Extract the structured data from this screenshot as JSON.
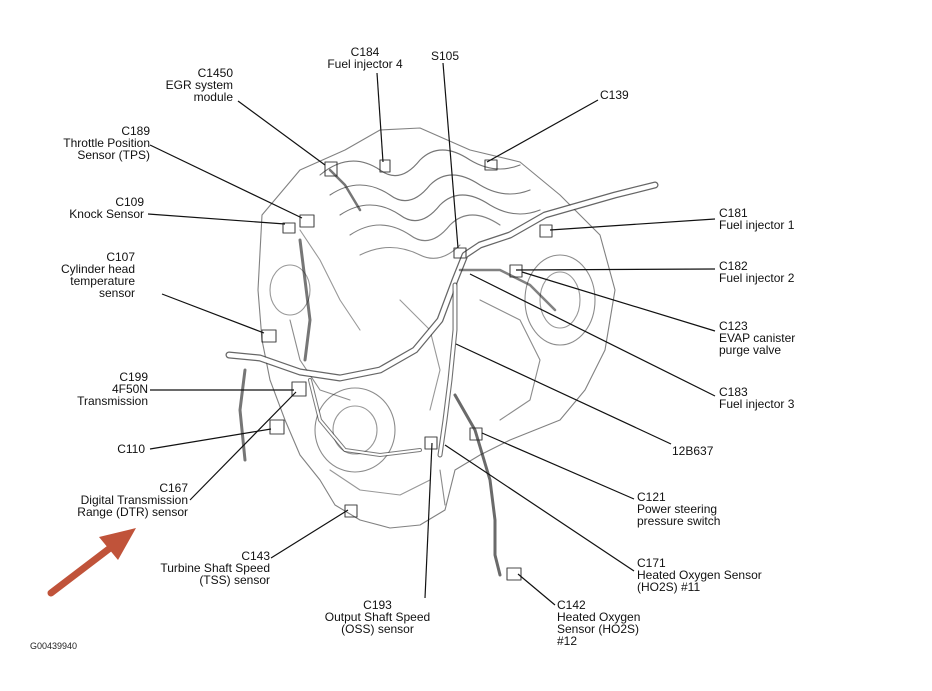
{
  "figure_id": "G00439940",
  "colors": {
    "line": "#1a1a1a",
    "arrow": "#c0533a",
    "background": "#ffffff"
  },
  "callouts": [
    {
      "code": "C1450",
      "lines": [
        "EGR system",
        "module"
      ]
    },
    {
      "code": "C184",
      "lines": [
        "Fuel injector 4"
      ]
    },
    {
      "code": "S105",
      "lines": []
    },
    {
      "code": "C139",
      "lines": []
    },
    {
      "code": "C189",
      "lines": [
        "Throttle Position",
        "Sensor (TPS)"
      ]
    },
    {
      "code": "C109",
      "lines": [
        "Knock Sensor"
      ]
    },
    {
      "code": "C107",
      "lines": [
        "Cylinder head",
        "temperature",
        "sensor"
      ]
    },
    {
      "code": "C199",
      "lines": [
        "4F50N",
        "Transmission"
      ]
    },
    {
      "code": "C110",
      "lines": []
    },
    {
      "code": "C167",
      "lines": [
        "Digital Transmission",
        "Range (DTR) sensor"
      ]
    },
    {
      "code": "C143",
      "lines": [
        "Turbine Shaft Speed",
        "(TSS) sensor"
      ]
    },
    {
      "code": "C193",
      "lines": [
        "Output Shaft Speed",
        "(OSS) sensor"
      ]
    },
    {
      "code": "C142",
      "lines": [
        "Heated Oxygen",
        "Sensor (HO2S)",
        "#12"
      ]
    },
    {
      "code": "C181",
      "lines": [
        "Fuel injector 1"
      ]
    },
    {
      "code": "C182",
      "lines": [
        "Fuel injector 2"
      ]
    },
    {
      "code": "C123",
      "lines": [
        "EVAP canister",
        "purge valve"
      ]
    },
    {
      "code": "C183",
      "lines": [
        "Fuel injector 3"
      ]
    },
    {
      "code": "12B637",
      "lines": []
    },
    {
      "code": "C121",
      "lines": [
        "Power steering",
        "pressure switch"
      ]
    },
    {
      "code": "C171",
      "lines": [
        "Heated Oxygen Sensor",
        "(HO2S) #11"
      ]
    }
  ]
}
